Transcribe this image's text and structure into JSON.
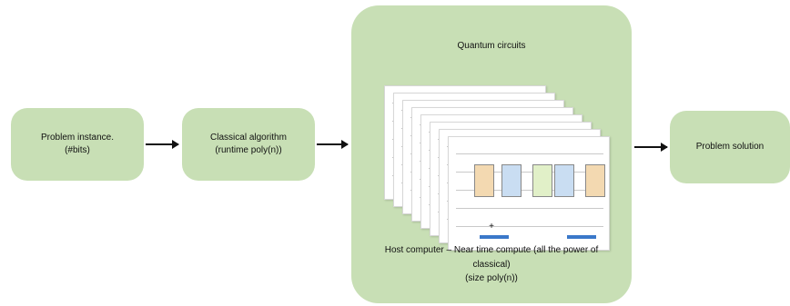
{
  "nodes": {
    "problem_instance": {
      "line1": "Problem instance.",
      "line2": "(#bits)"
    },
    "classical_algorithm": {
      "line1": "Classical algorithm",
      "line2": "(runtime poly(n))"
    },
    "quantum_block": {
      "title": "Quantum circuits",
      "plus": "+",
      "host_line1": "Host computer – Near time compute (all the power of",
      "host_line2": "classical)",
      "host_line3": "(size poly(n))"
    },
    "problem_solution": {
      "label": "Problem solution"
    }
  },
  "colors": {
    "box_fill": "#c8dfb5",
    "arrow": "#111111",
    "circuit_tag": "#3a78c9"
  }
}
